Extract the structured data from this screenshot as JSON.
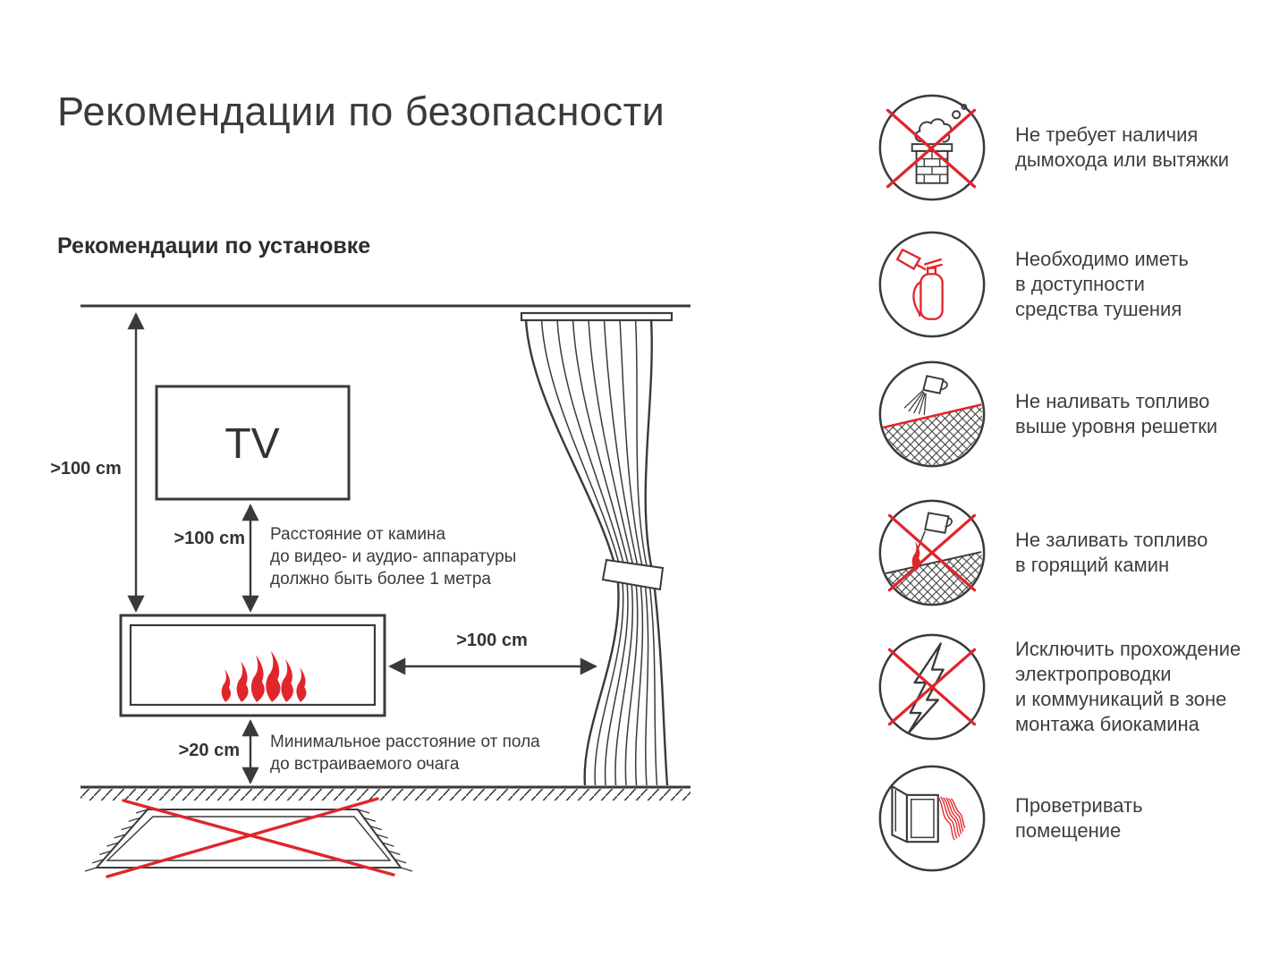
{
  "title": "Рекомендации по безопасности",
  "subtitle": "Рекомендации по установке",
  "colors": {
    "ink": "#3a3a3a",
    "accent_red": "#e0262b"
  },
  "diagram": {
    "tv_label": "TV",
    "left_dim": ">100 cm",
    "tv_gap_dim": ">100 cm",
    "tv_gap_note": [
      "Расстояние от камина",
      "до видео- и аудио- аппаратуры",
      "должно быть более 1 метра"
    ],
    "curtain_gap_dim": ">100 cm",
    "floor_gap_dim": ">20 cm",
    "floor_gap_note": [
      "Минимальное расстояние от пола",
      "до встраиваемого очага"
    ]
  },
  "safety": [
    {
      "icon": "no-chimney-icon",
      "lines": [
        "Не требует наличия",
        "дымохода или вытяжки"
      ]
    },
    {
      "icon": "fire-extinguisher-icon",
      "lines": [
        "Необходимо иметь",
        "в доступности",
        "средства тушения"
      ]
    },
    {
      "icon": "fuel-level-icon",
      "lines": [
        "Не наливать топливо",
        "выше уровня решетки"
      ]
    },
    {
      "icon": "no-refuel-burning-icon",
      "lines": [
        "Не заливать топливо",
        "в горящий камин"
      ]
    },
    {
      "icon": "no-wiring-icon",
      "lines": [
        "Исключить прохождение",
        "электропроводки",
        "и коммуникаций в зоне",
        "монтажа биокамина"
      ]
    },
    {
      "icon": "ventilate-icon",
      "lines": [
        "Проветривать",
        "помещение"
      ]
    }
  ]
}
